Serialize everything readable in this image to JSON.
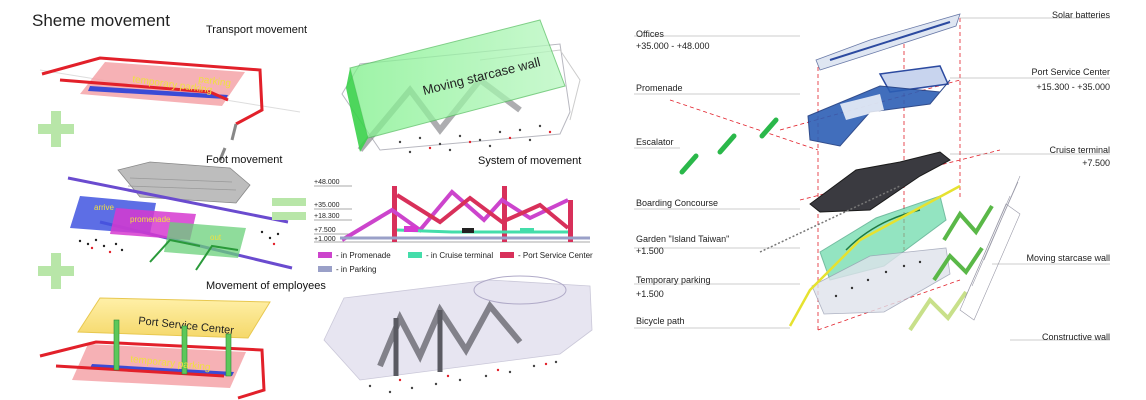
{
  "left": {
    "title": "Sheme movement",
    "panels": {
      "transport": "Transport movement",
      "foot": "Foot movement",
      "employees": "Movement of employees",
      "staircase": "Moving starcase wall",
      "system": "System of movement"
    },
    "scene_labels": {
      "parking": "parking",
      "temporary_parking": "temporary parking",
      "port_service_center": "Port Service Center",
      "arrive": "arrive",
      "out": "out"
    },
    "operators": {
      "plus": "+",
      "equals": "="
    },
    "colors": {
      "red": "#e2202a",
      "green": "#5cc85a",
      "magenta": "#d63a9a",
      "promenade": "#cc44cc",
      "cruise_terminal": "#44ddaa",
      "port_service": "#d8305a",
      "parking_legend": "#9aa0c8",
      "yellow": "#fbe79a",
      "blue": "#3b4bd6"
    },
    "chart": {
      "levels": [
        "+48.000",
        "+35.000",
        "+18.300",
        "+7.500",
        "+1.000"
      ],
      "legend": [
        {
          "label": "- in Promenade",
          "color": "#cc44cc"
        },
        {
          "label": "- in Cruise terminal",
          "color": "#44ddaa"
        },
        {
          "label": "- Port Service Center",
          "color": "#d8305a"
        },
        {
          "label": "- in Parking",
          "color": "#9aa0c8"
        }
      ]
    }
  },
  "right": {
    "labels_left": [
      {
        "name": "Offices",
        "sub": "+35.000 - +48.000"
      },
      {
        "name": "Promenade",
        "sub": ""
      },
      {
        "name": "Escalator",
        "sub": ""
      },
      {
        "name": "Boarding Concourse",
        "sub": ""
      },
      {
        "name": "Garden \"Island Taiwan\"",
        "sub": "+1.500"
      },
      {
        "name": "Temporary parking",
        "sub": "+1.500"
      },
      {
        "name": "Bicycle path",
        "sub": ""
      }
    ],
    "labels_right": [
      {
        "name": "Solar batteries",
        "sub": ""
      },
      {
        "name": "Port Service Center",
        "sub": "+15.300 - +35.000"
      },
      {
        "name": "Cruise terminal",
        "sub": "+7.500"
      },
      {
        "name": "Moving starcase wall",
        "sub": ""
      },
      {
        "name": "Constructive wall",
        "sub": ""
      }
    ]
  }
}
